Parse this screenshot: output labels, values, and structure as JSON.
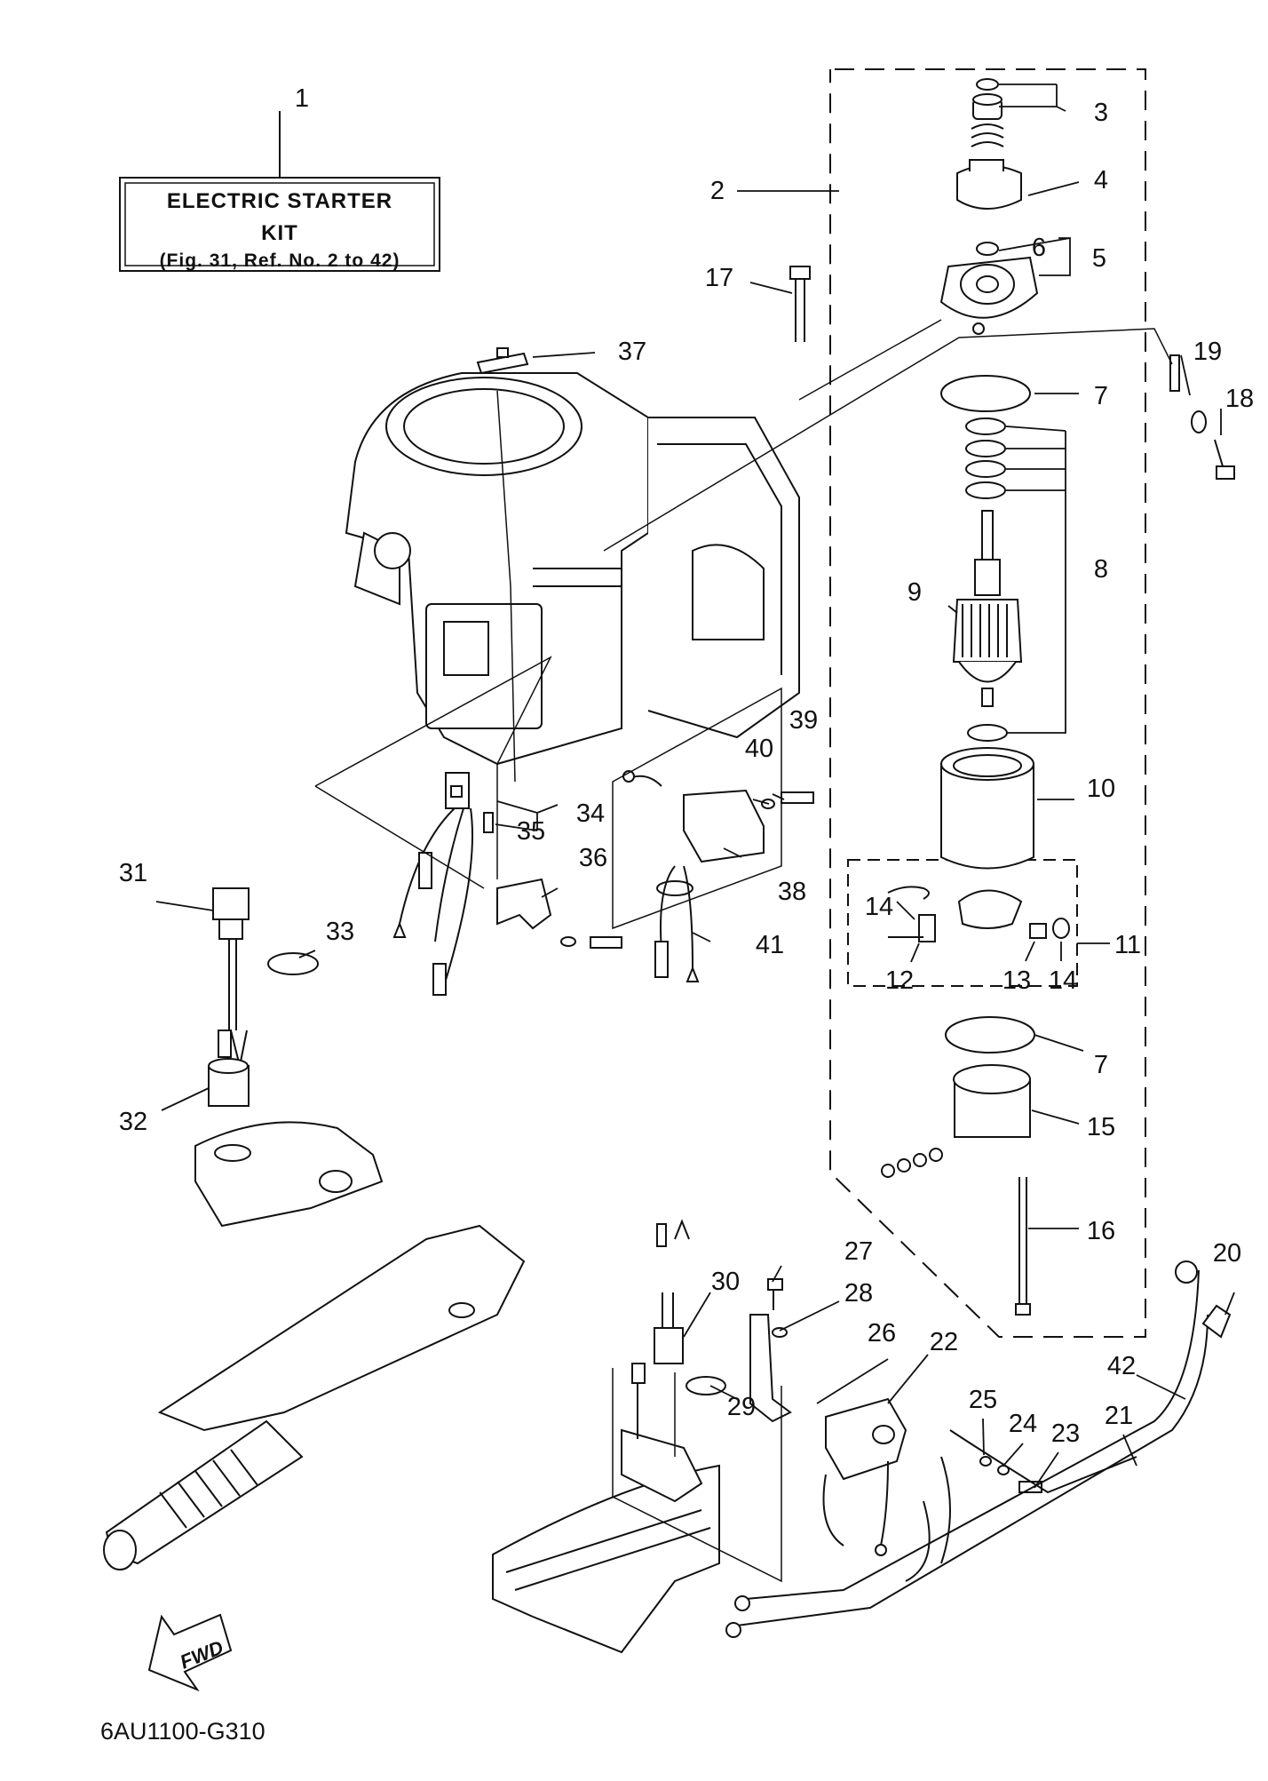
{
  "kit_label": {
    "line1": "ELECTRIC STARTER",
    "line2": "KIT",
    "line3": "(Fig. 31, Ref. No. 2 to 42)"
  },
  "callouts": [
    "1",
    "2",
    "3",
    "4",
    "5",
    "6",
    "17",
    "19",
    "18",
    "7",
    "8",
    "9",
    "10",
    "37",
    "39",
    "40",
    "34",
    "35",
    "36",
    "38",
    "31",
    "33",
    "41",
    "14",
    "14",
    "11",
    "12",
    "13",
    "32",
    "7",
    "15",
    "16",
    "27",
    "30",
    "28",
    "26",
    "22",
    "20",
    "25",
    "24",
    "23",
    "42",
    "21",
    "29"
  ],
  "direction_marker": "FWD",
  "diagram_code": "6AU1100-G310"
}
